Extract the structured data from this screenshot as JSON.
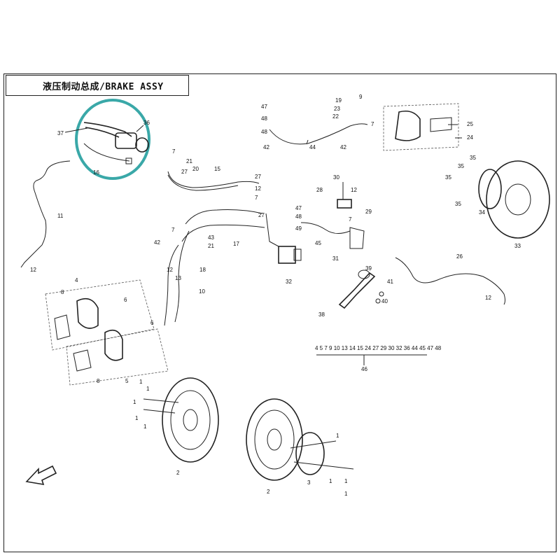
{
  "title": "液压制动总成/BRAKE ASSY",
  "highlight_color": "#3aa8a8",
  "labels": {
    "l1a": "1",
    "l1b": "1",
    "l1c": "1",
    "l1d": "1",
    "l1e": "1",
    "l1f": "1",
    "l1g": "1",
    "l1h": "1",
    "l1i": "1",
    "l2a": "2",
    "l2b": "2",
    "l3": "3",
    "l4": "4",
    "l5": "5",
    "l6a": "6",
    "l6b": "6",
    "l7a": "7",
    "l7b": "7",
    "l7c": "7",
    "l7d": "7",
    "l7e": "7",
    "l8a": "8",
    "l8b": "8",
    "l9": "9",
    "l10": "10",
    "l11": "11",
    "l12a": "12",
    "l12b": "12",
    "l12c": "12",
    "l12d": "12",
    "l13": "13",
    "l15": "15",
    "l16": "16",
    "l17": "17",
    "l18": "18",
    "l19": "19",
    "l20": "20",
    "l21a": "21",
    "l21b": "21",
    "l22": "22",
    "l23": "23",
    "l24": "24",
    "l25": "25",
    "l26": "26",
    "l27a": "27",
    "l27b": "27",
    "l27c": "27",
    "l28": "28",
    "l29": "29",
    "l30": "30",
    "l31": "31",
    "l32": "32",
    "l33": "33",
    "l34": "34",
    "l35a": "35",
    "l35b": "35",
    "l35c": "35",
    "l35d": "35",
    "l36": "36",
    "l37": "37",
    "l38": "38",
    "l39": "39",
    "l40": "40",
    "l41": "41",
    "l42a": "42",
    "l42b": "42",
    "l42c": "42",
    "l43": "43",
    "l44": "44",
    "l45": "45",
    "l46": "46",
    "l47a": "47",
    "l47b": "47",
    "l48a": "48",
    "l48b": "48",
    "l48c": "48",
    "l49": "49"
  },
  "bracket_46": "4 5 7 9 10 13 14 15 24 27 29 30 32 36 44 45 47 48",
  "icons": [
    "brake-lever-icon",
    "brake-caliper-icon",
    "brake-disc-icon",
    "abs-pump-icon",
    "brake-pedal-icon",
    "forward-arrow-icon"
  ]
}
